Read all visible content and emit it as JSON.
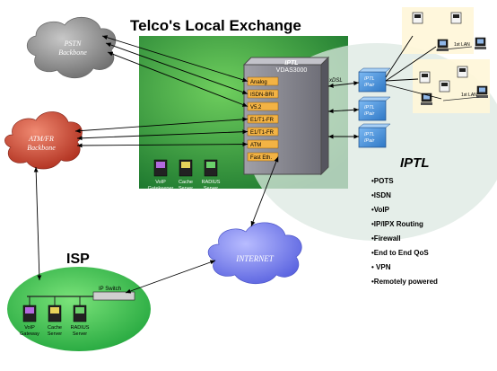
{
  "title": "Telco's Local Exchange",
  "clouds": {
    "pstn": [
      "PSTN",
      "Backbone"
    ],
    "atm": [
      "ATM/FR",
      "Backbone"
    ],
    "internet": "INTERNET"
  },
  "device": {
    "line1": "IPTL",
    "line2": "VDAS3000",
    "ports": [
      "Analog",
      "ISDN-BRI",
      "V5.2",
      "E1/T1-FR",
      "E1/T1-FR",
      "ATM",
      "Fast Eth."
    ]
  },
  "exchange_servers": [
    [
      "VoIP",
      "Gatekeeper"
    ],
    [
      "Cache",
      "Server"
    ],
    [
      "RADIUS",
      "Server"
    ]
  ],
  "xdsl_label": "xDSL",
  "iptl_units": [
    [
      "IPTL",
      "IPair"
    ],
    [
      "IPTL",
      "IPair"
    ],
    [
      "IPTL",
      "IPair"
    ]
  ],
  "lan_label": "1st LAN",
  "iptl_heading": "IPTL",
  "features": [
    "•POTS",
    "•ISDN",
    "•VoIP",
    "•IP/IPX Routing",
    "•Firewall",
    "•End to End QoS",
    "• VPN",
    "•Remotely powered"
  ],
  "isp": {
    "label": "ISP",
    "switch": "IP Switch",
    "servers": [
      [
        "VoIP",
        "Gateway"
      ],
      [
        "Cache",
        "Server"
      ],
      [
        "RADIUS",
        "Server"
      ]
    ]
  },
  "colors": {
    "exchange_green": "#2f8a3a",
    "cloud_gray": "#8c8c8c",
    "cloud_red": "#d04a3a",
    "cloud_blue": "#7f86f0",
    "isp_green": "#33c84a",
    "port_orange": "#f3b344",
    "iptl_blue": "#3f8edc"
  }
}
